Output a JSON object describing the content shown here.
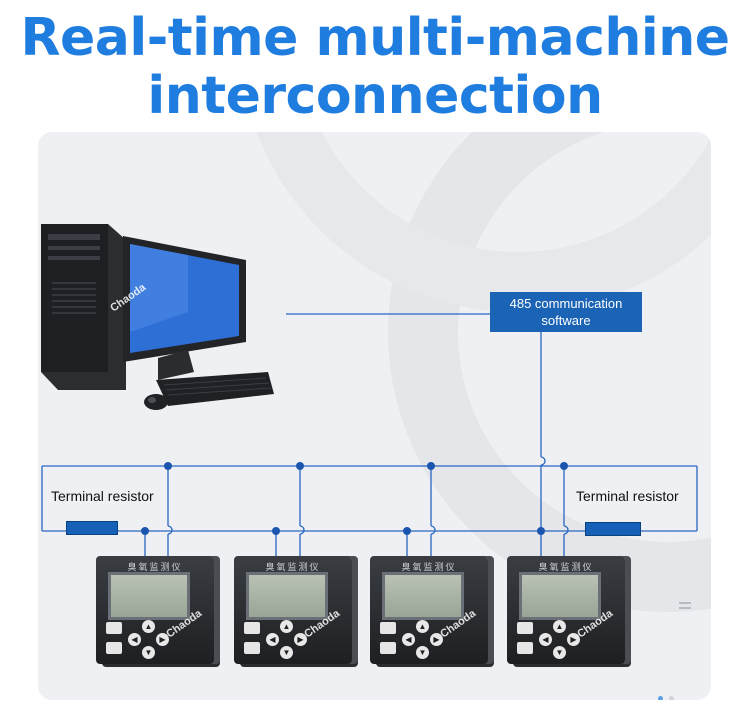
{
  "title": {
    "line1": "Real-time multi-machine",
    "line2": "interconnection"
  },
  "diagram": {
    "comm_box_label": "485 communication software",
    "terminal_left": "Terminal resistor",
    "terminal_right": "Terminal resistor",
    "watermark": "Chaoda",
    "device_header": "臭氧监测仪",
    "device_count": 4
  },
  "colors": {
    "title": "#1f7de0",
    "line": "#2a66c2",
    "comm_box": "#1a63b5",
    "resistor": "#1660b8"
  },
  "icons": [
    "desktop-computer-icon",
    "monitor-icon",
    "keyboard-icon",
    "mouse-icon",
    "equals-icon"
  ]
}
